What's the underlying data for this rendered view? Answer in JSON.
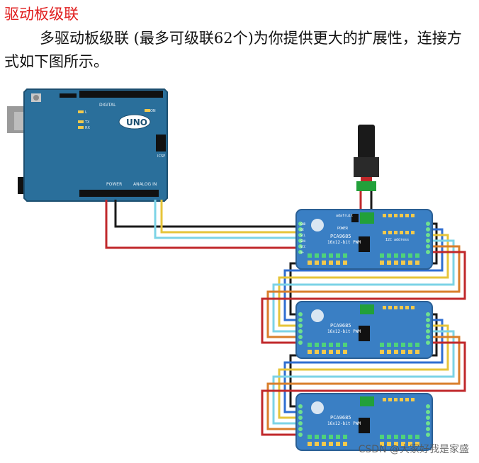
{
  "section_title": "驱动板级联",
  "paragraph": "多驱动板级联 (最多可级联62个)为你提供更大的扩展性，连接方式如下图所示。",
  "arduino": {
    "logo": "UNO",
    "labels": [
      "DIGITAL",
      "ANALOG IN",
      "POWER",
      "ICSP",
      "ON",
      "TX",
      "RX",
      "L"
    ]
  },
  "driver_board": {
    "chip_label": "PCA9685",
    "subtitle": "16x12-bit PWM",
    "brand": "adafruit",
    "address_label": "I2C address",
    "power_label": "POWER",
    "pin_labels_left": [
      "GND",
      "OE",
      "SCL",
      "SDA",
      "VCC",
      "V+"
    ]
  },
  "colors": {
    "arduino_board": "#2a6f9b",
    "driver_board": "#3a7fc4",
    "wire_black": "#1a1a1a",
    "wire_red": "#c0282b",
    "wire_yellow": "#e6c43a",
    "wire_blue": "#2f6ed1",
    "wire_lightblue": "#7cd3e6",
    "wire_orange": "#d97e2b",
    "wire_green": "#2fa34a",
    "connector_green": "#22a03a"
  },
  "watermark": "CSDN @大家好我是家盛"
}
